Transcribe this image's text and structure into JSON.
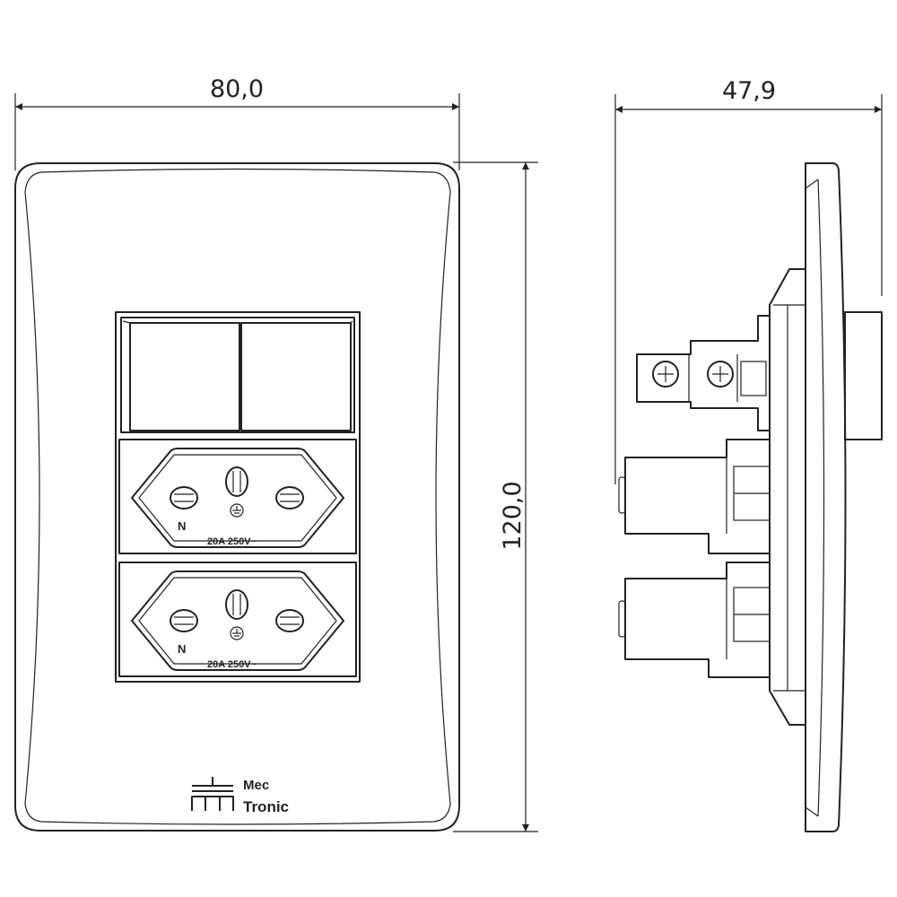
{
  "dimensions": {
    "width": "80,0",
    "height": "120,0",
    "depth": "47,9"
  },
  "brand": {
    "line1": "Mec",
    "line2": "Tronic"
  },
  "sockets": [
    {
      "neutral_label": "N",
      "rating": "20A 250V~"
    },
    {
      "neutral_label": "N",
      "rating": "20A 250V~"
    }
  ],
  "icons": {
    "brand_logo": "mectronic-logo-icon",
    "socket": "nbr-14136-socket-icon",
    "ground": "ground-icon",
    "screw": "phillips-screw-icon"
  }
}
